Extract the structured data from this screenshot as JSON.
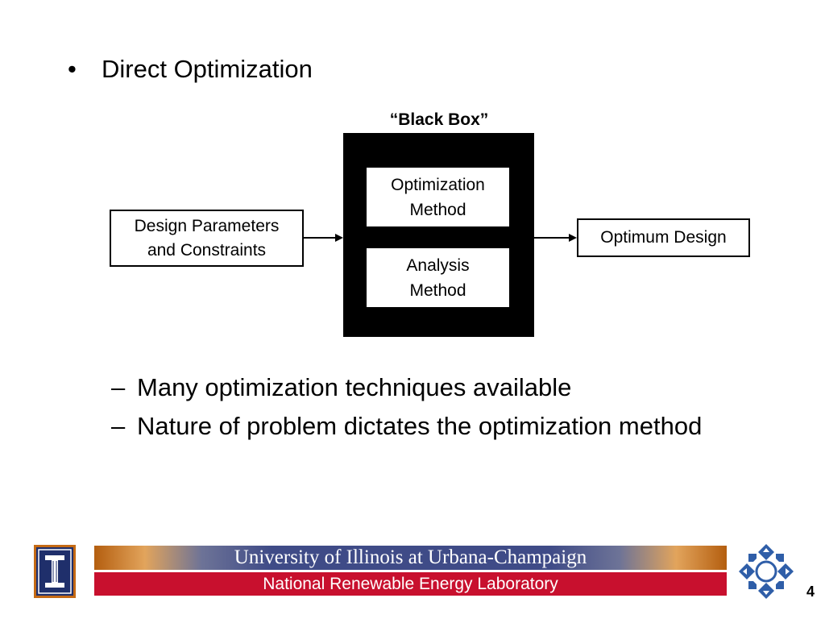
{
  "slide": {
    "bullet_marker": "•",
    "title": "Direct Optimization",
    "page_number": "4"
  },
  "diagram": {
    "black_box_label": "“Black Box”",
    "optimization_box": {
      "line1": "Optimization",
      "line2": "Method"
    },
    "analysis_box": {
      "line1": "Analysis",
      "line2": "Method"
    },
    "input_box": {
      "line1": "Design Parameters",
      "line2": "and Constraints"
    },
    "output_box": "Optimum Design"
  },
  "sub_bullets": [
    {
      "marker": "–",
      "text": "Many optimization techniques available"
    },
    {
      "marker": "–",
      "text": "Nature of problem dictates the optimization method"
    }
  ],
  "footer": {
    "university": "University of Illinois at Urbana-Champaign",
    "lab": "National Renewable Energy Laboratory",
    "logo_left": "illinois-block-i-logo",
    "logo_right": "nrel-diamond-logo"
  },
  "colors": {
    "banner_navy": "#3f4b87",
    "banner_orange": "#b45e0f",
    "banner_red": "#c8102e",
    "nrel_blue": "#2f5ea8"
  }
}
